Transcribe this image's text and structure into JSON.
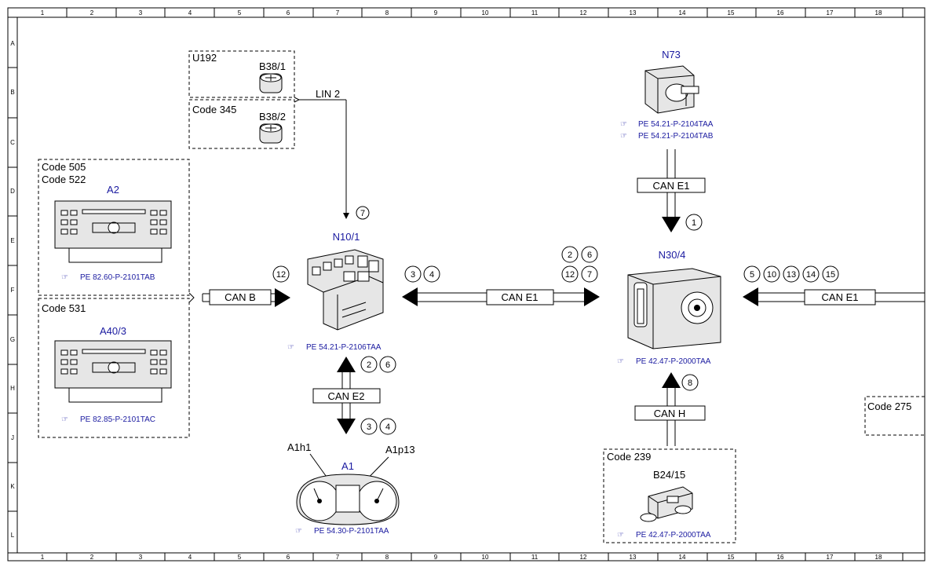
{
  "grid": {
    "cols": [
      "1",
      "2",
      "3",
      "4",
      "5",
      "6",
      "7",
      "8",
      "9",
      "10",
      "11",
      "12",
      "13",
      "14",
      "15",
      "16",
      "17",
      "18"
    ],
    "rows": [
      "A",
      "B",
      "C",
      "D",
      "E",
      "F",
      "G",
      "H",
      "J",
      "K",
      "L"
    ]
  },
  "groups": {
    "u192": "U192",
    "code345": "Code 345",
    "code505": "Code 505",
    "code522": "Code 522",
    "code531": "Code 531",
    "code239": "Code 239",
    "code275": "Code 275"
  },
  "components": {
    "b38_1": "B38/1",
    "b38_2": "B38/2",
    "a2": "A2",
    "a40_3": "A40/3",
    "n10_1": "N10/1",
    "n73": "N73",
    "n30_4": "N30/4",
    "a1": "A1",
    "a1h1": "A1h1",
    "a1p13": "A1p13",
    "b24_15": "B24/15"
  },
  "refs": {
    "a2": "PE 82.60-P-2101TAB",
    "a40_3": "PE 82.85-P-2101TAC",
    "n10_1": "PE 54.21-P-2106TAA",
    "n73_a": "PE 54.21-P-2104TAA",
    "n73_b": "PE 54.21-P-2104TAB",
    "n30_4": "PE 42.47-P-2000TAA",
    "a1": "PE 54.30-P-2101TAA",
    "b24_15": "PE 42.47-P-2000TAA"
  },
  "buses": {
    "lin2": "LIN 2",
    "canb": "CAN B",
    "cane1_mid": "CAN E1",
    "cane1_top": "CAN E1",
    "cane1_right": "CAN E1",
    "cane2": "CAN E2",
    "canh": "CAN H"
  },
  "signals": {
    "lin_in": [
      "7"
    ],
    "canb_in": [
      "12"
    ],
    "n10_out": [
      "3",
      "4"
    ],
    "n30_in_row1": [
      "2",
      "6"
    ],
    "n30_in_row2": [
      "12",
      "7"
    ],
    "n73_out": [
      "1"
    ],
    "right_in": [
      "5",
      "10",
      "13",
      "14",
      "15"
    ],
    "cane2_up": [
      "2",
      "6"
    ],
    "cane2_down": [
      "3",
      "4"
    ],
    "canh_up": [
      "8"
    ]
  }
}
